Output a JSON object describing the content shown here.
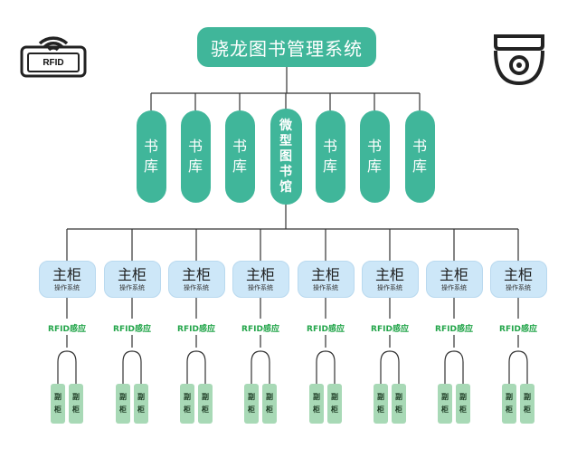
{
  "title": "骁龙图书管理系统",
  "icons": {
    "left": "rfid-icon",
    "right": "camera-icon"
  },
  "rfid_icon_label": "RFID",
  "libraries": [
    {
      "label": "书库",
      "type": "library"
    },
    {
      "label": "书库",
      "type": "library"
    },
    {
      "label": "书库",
      "type": "library"
    },
    {
      "label": "微型图书馆",
      "type": "mini-library"
    },
    {
      "label": "书库",
      "type": "library"
    },
    {
      "label": "书库",
      "type": "library"
    },
    {
      "label": "书库",
      "type": "library"
    }
  ],
  "cabinets": [
    {
      "title": "主柜",
      "subtitle": "操作系统",
      "sensor": "RFID感应",
      "subs": [
        "副柜",
        "副柜"
      ]
    },
    {
      "title": "主柜",
      "subtitle": "操作系统",
      "sensor": "RFID感应",
      "subs": [
        "副柜",
        "副柜"
      ]
    },
    {
      "title": "主柜",
      "subtitle": "操作系统",
      "sensor": "RFID感应",
      "subs": [
        "副柜",
        "副柜"
      ]
    },
    {
      "title": "主柜",
      "subtitle": "操作系统",
      "sensor": "RFID感应",
      "subs": [
        "副柜",
        "副柜"
      ]
    },
    {
      "title": "主柜",
      "subtitle": "操作系统",
      "sensor": "RFID感应",
      "subs": [
        "副柜",
        "副柜"
      ]
    },
    {
      "title": "主柜",
      "subtitle": "操作系统",
      "sensor": "RFID感应",
      "subs": [
        "副柜",
        "副柜"
      ]
    },
    {
      "title": "主柜",
      "subtitle": "操作系统",
      "sensor": "RFID感应",
      "subs": [
        "副柜",
        "副柜"
      ]
    },
    {
      "title": "主柜",
      "subtitle": "操作系统",
      "sensor": "RFID感应",
      "subs": [
        "副柜",
        "副柜"
      ]
    }
  ],
  "colors": {
    "primary": "#40b69a",
    "cabinet": "#cde7f8",
    "sensor_text": "#23a54a",
    "sub_cabinet": "#a8d9b6",
    "connector": "#333333"
  }
}
